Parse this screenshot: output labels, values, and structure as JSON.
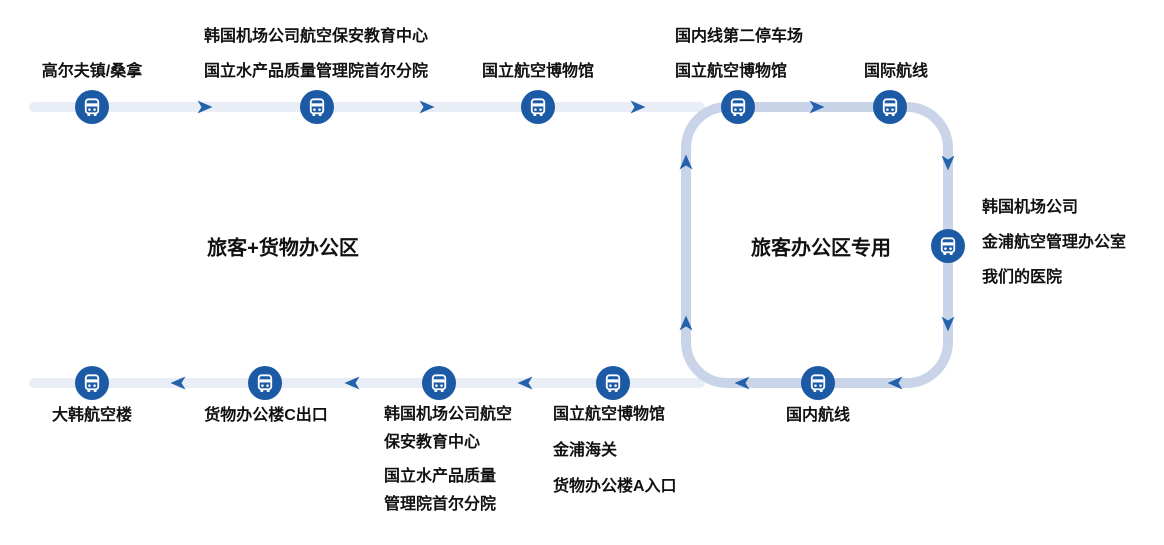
{
  "colors": {
    "stop_circle": "#1C5AA5",
    "arrow": "#2463AC",
    "loop_line": "#C9D4E8",
    "feeder_line": "#E9EDF5",
    "label_text": "#111111",
    "bus_glyph": "#FFFFFF",
    "background": "#FFFFFF"
  },
  "areas": {
    "left_zone": "旅客+货物办公区",
    "right_zone": "旅客办公区专用"
  },
  "stops": {
    "top": [
      {
        "lines": [
          "高尔夫镇/桑拿"
        ]
      },
      {
        "lines": [
          "韩国机场公司航空保安教育中心",
          "国立水产品质量管理院首尔分院"
        ]
      },
      {
        "lines": [
          "国立航空博物馆"
        ]
      },
      {
        "lines": [
          "国内线第二停车场",
          "国立航空博物馆"
        ]
      },
      {
        "lines": [
          "国际航线"
        ]
      }
    ],
    "right": {
      "lines": [
        "韩国机场公司",
        "金浦航空管理办公室",
        "我们的医院"
      ]
    },
    "bottom": [
      {
        "lines": [
          "国内航线"
        ]
      },
      {
        "lines": [
          "国立航空博物馆",
          "金浦海关",
          "货物办公楼A入口"
        ]
      },
      {
        "lines": [
          "韩国机场公司航空",
          "保安教育中心",
          "国立水产品质量",
          "管理院首尔分院"
        ]
      },
      {
        "lines": [
          "货物办公楼C出口"
        ]
      },
      {
        "lines": [
          "大韩航空楼"
        ]
      }
    ]
  }
}
